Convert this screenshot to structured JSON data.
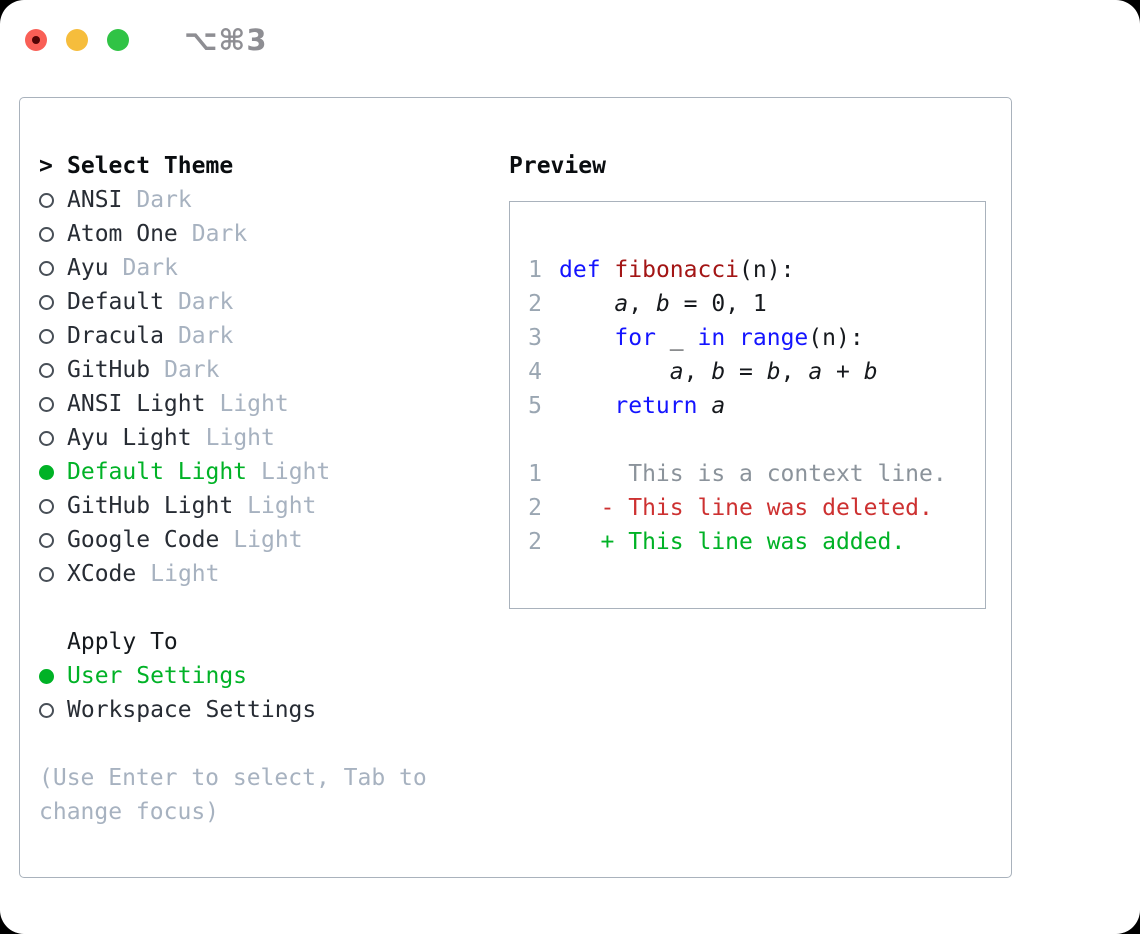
{
  "window": {
    "shortcut_label": "⌥⌘3",
    "traffic_lights": [
      "close",
      "minimize",
      "zoom"
    ]
  },
  "theme_panel": {
    "title_prefix": ">",
    "title": "Select Theme",
    "themes": [
      {
        "name": "ANSI",
        "variant": "Dark",
        "selected": false
      },
      {
        "name": "Atom One",
        "variant": "Dark",
        "selected": false
      },
      {
        "name": "Ayu",
        "variant": "Dark",
        "selected": false
      },
      {
        "name": "Default",
        "variant": "Dark",
        "selected": false
      },
      {
        "name": "Dracula",
        "variant": "Dark",
        "selected": false
      },
      {
        "name": "GitHub",
        "variant": "Dark",
        "selected": false
      },
      {
        "name": "ANSI Light",
        "variant": "Light",
        "selected": false
      },
      {
        "name": "Ayu Light",
        "variant": "Light",
        "selected": false
      },
      {
        "name": "Default Light",
        "variant": "Light",
        "selected": true
      },
      {
        "name": "GitHub Light",
        "variant": "Light",
        "selected": false
      },
      {
        "name": "Google Code",
        "variant": "Light",
        "selected": false
      },
      {
        "name": "XCode",
        "variant": "Light",
        "selected": false
      }
    ],
    "apply_to": {
      "title": "Apply To",
      "options": [
        {
          "label": "User Settings",
          "selected": true
        },
        {
          "label": "Workspace Settings",
          "selected": false
        }
      ]
    },
    "hint": "(Use Enter to select, Tab to change focus)"
  },
  "preview": {
    "title": "Preview",
    "code_lines": [
      {
        "number": "1",
        "tokens": [
          [
            "keyword",
            "def"
          ],
          [
            "plain",
            " "
          ],
          [
            "function",
            "fibonacci"
          ],
          [
            "plain",
            "(n):"
          ]
        ]
      },
      {
        "number": "2",
        "tokens": [
          [
            "plain",
            "    "
          ],
          [
            "variable",
            "a"
          ],
          [
            "plain",
            ", "
          ],
          [
            "variable",
            "b"
          ],
          [
            "plain",
            " = 0, 1"
          ]
        ]
      },
      {
        "number": "3",
        "tokens": [
          [
            "plain",
            "    "
          ],
          [
            "keyword",
            "for"
          ],
          [
            "plain",
            " _ "
          ],
          [
            "keyword",
            "in"
          ],
          [
            "plain",
            " "
          ],
          [
            "keyword",
            "range"
          ],
          [
            "plain",
            "(n):"
          ]
        ]
      },
      {
        "number": "4",
        "tokens": [
          [
            "plain",
            "        "
          ],
          [
            "variable",
            "a"
          ],
          [
            "plain",
            ", "
          ],
          [
            "variable",
            "b"
          ],
          [
            "plain",
            " = "
          ],
          [
            "variable",
            "b"
          ],
          [
            "plain",
            ", "
          ],
          [
            "variable",
            "a"
          ],
          [
            "plain",
            " + "
          ],
          [
            "variable",
            "b"
          ]
        ]
      },
      {
        "number": "5",
        "tokens": [
          [
            "plain",
            "    "
          ],
          [
            "keyword",
            "return"
          ],
          [
            "plain",
            " "
          ],
          [
            "variable",
            "a"
          ]
        ]
      }
    ],
    "diff_lines": [
      {
        "number": "1",
        "type": "context",
        "text": "     This is a context line."
      },
      {
        "number": "2",
        "type": "deleted",
        "text": "   - This line was deleted."
      },
      {
        "number": "2",
        "type": "added",
        "text": "   + This line was added."
      }
    ]
  },
  "colors": {
    "window_background": "#ffffff",
    "outside_background": "#000000",
    "border_gray": "#a9b2bc",
    "accent_green": "#00b226",
    "muted_gray": "#a7b2c0",
    "text_dark": "#272c34",
    "keyword_blue": "#1414ff",
    "function_red": "#a31515",
    "diff_deleted_red": "#cd3131",
    "line_number_gray": "#9aa6b2",
    "traffic_red": "#f95f56",
    "traffic_yellow": "#f6bd3c",
    "traffic_green": "#30c345",
    "shortcut_gray": "#8e8e93"
  }
}
